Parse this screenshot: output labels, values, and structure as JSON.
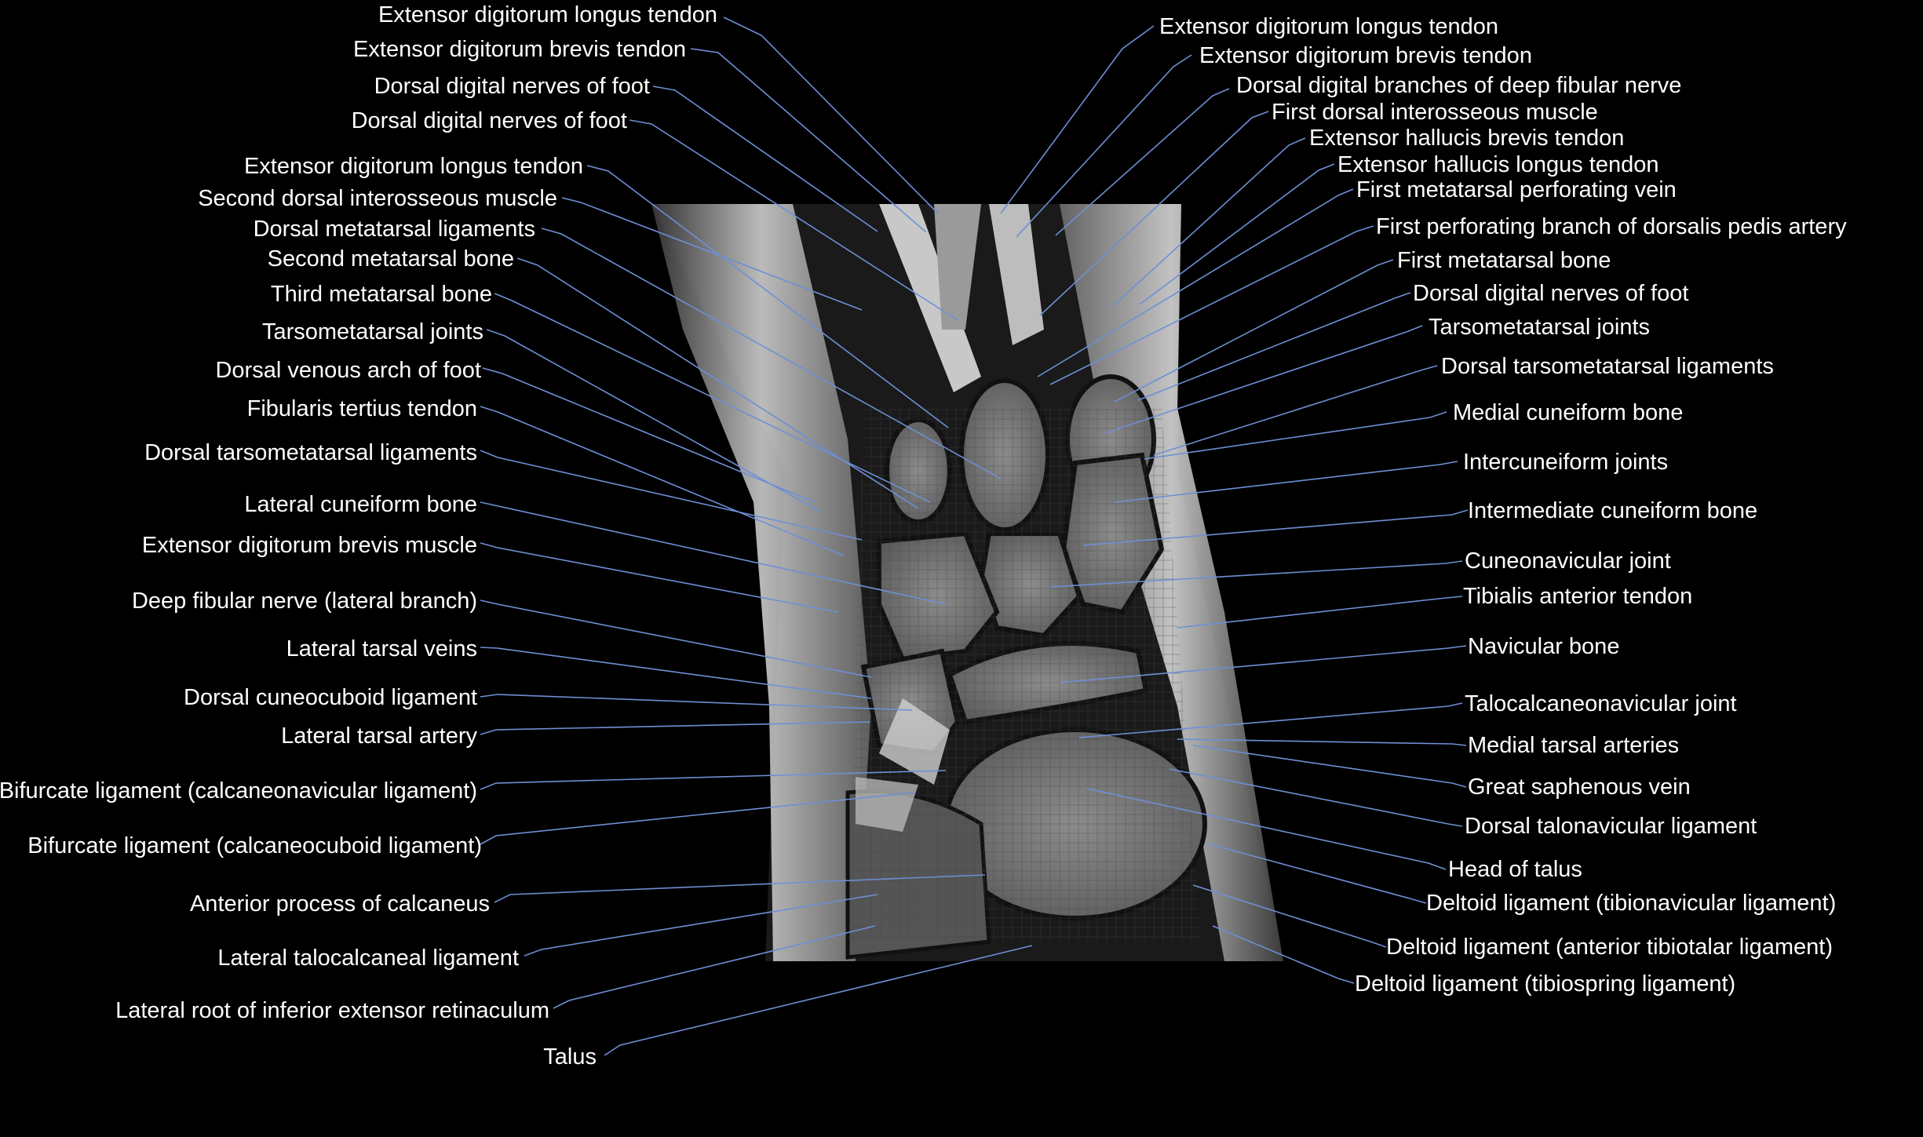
{
  "colors": {
    "background": "#000000",
    "label_text": "#ffffff",
    "leader_line": "#6e8fd6"
  },
  "image": {
    "kind": "MRI scan of foot, axial-oblique view of midfoot and tarsal bones (grayscale)"
  },
  "left_labels": [
    "Extensor digitorum longus tendon",
    "Extensor digitorum brevis tendon",
    "Dorsal digital nerves of foot",
    "Dorsal digital nerves of foot",
    "Extensor digitorum longus tendon",
    "Second dorsal interosseous muscle",
    "Dorsal metatarsal ligaments",
    "Second metatarsal bone",
    "Third metatarsal bone",
    "Tarsometatarsal joints",
    "Dorsal venous arch of foot",
    "Fibularis tertius tendon",
    "Dorsal tarsometatarsal ligaments",
    "Lateral cuneiform bone",
    "Extensor digitorum brevis muscle",
    "Deep fibular nerve (lateral branch)",
    "Lateral tarsal veins",
    "Dorsal cuneocuboid ligament",
    "Lateral tarsal artery",
    "Bifurcate ligament (calcaneonavicular ligament)",
    "Bifurcate ligament (calcaneocuboid ligament)",
    "Anterior process of calcaneus",
    "Lateral talocalcaneal ligament",
    "Lateral root of inferior extensor retinaculum",
    "Talus"
  ],
  "right_labels": [
    "Extensor digitorum longus tendon",
    "Extensor digitorum brevis tendon",
    "Dorsal digital branches of deep fibular nerve",
    "First dorsal interosseous muscle",
    "Extensor hallucis brevis tendon",
    "Extensor hallucis longus tendon",
    "First metatarsal perforating vein",
    "First perforating branch of dorsalis pedis artery",
    "First metatarsal bone",
    "Dorsal digital nerves of foot",
    "Tarsometatarsal joints",
    "Dorsal tarsometatarsal ligaments",
    "Medial cuneiform bone",
    "Intercuneiform joints",
    "Intermediate cuneiform bone",
    "Cuneonavicular joint",
    "Tibialis anterior tendon",
    "Navicular bone",
    "Talocalcaneonavicular joint",
    "Medial tarsal arteries",
    "Great saphenous vein",
    "Dorsal talonavicular ligament",
    "Head of talus",
    "Deltoid ligament (tibionavicular ligament)",
    "Deltoid ligament (anterior tibiotalar ligament)",
    "Deltoid ligament (tibiospring ligament)"
  ]
}
